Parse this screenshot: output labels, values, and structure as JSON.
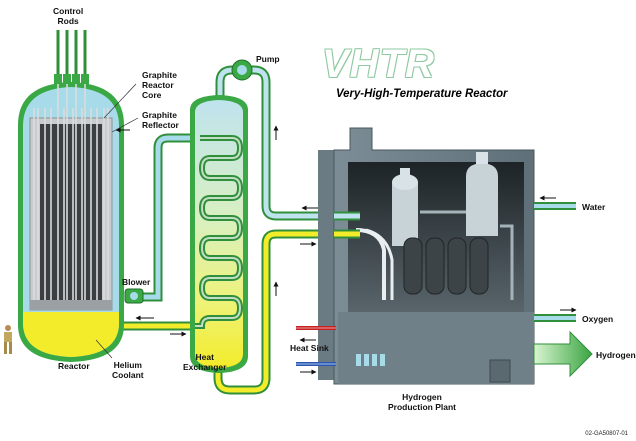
{
  "title": "VHTR",
  "subtitle": "Very-High-Temperature Reactor",
  "figure_id": "02-GA50807-01",
  "labels": {
    "control_rods": [
      "Control",
      "Rods"
    ],
    "graphite_core": [
      "Graphite",
      "Reactor",
      "Core"
    ],
    "graphite_reflector": [
      "Graphite",
      "Reflector"
    ],
    "pump": "Pump",
    "blower": "Blower",
    "reactor": "Reactor",
    "helium_coolant": [
      "Helium",
      "Coolant"
    ],
    "heat_exchanger": [
      "Heat",
      "Exchanger"
    ],
    "heat_sink": "Heat Sink",
    "water": "Water",
    "oxygen": "Oxygen",
    "hydrogen": "Hydrogen",
    "plant": [
      "Hydrogen",
      "Production Plant"
    ]
  },
  "colors": {
    "vessel_green": "#39a845",
    "coolant_yellow": "#f3ec2a",
    "hydrogen_arrow": "#49b34c",
    "plant_gray": "#6f7f88"
  }
}
